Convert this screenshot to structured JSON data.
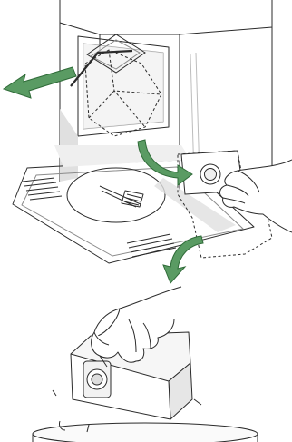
{
  "figure": {
    "panels": [
      {
        "id": "top",
        "content": [
          "dock-unit",
          "lid-opened",
          "dust-bag-removed",
          "base-ramp"
        ],
        "arrows": [
          "pull-out-arrow",
          "lift-arrow",
          "drop-arrow"
        ]
      },
      {
        "id": "bottom",
        "content": [
          "hand-pressing-cartridge",
          "cartridge-box",
          "trash-bin"
        ]
      }
    ],
    "colors": {
      "line": "#2b2b2b",
      "shade": "#e0e0e0",
      "light_shade": "#efefef",
      "arrow_fill": "#5a9b63",
      "arrow_stroke": "#2f6b38"
    },
    "icons": [
      "arrow-left-icon",
      "arrow-curve-down-icon",
      "hand-icon",
      "dust-bag-icon",
      "trash-bin-icon"
    ]
  }
}
